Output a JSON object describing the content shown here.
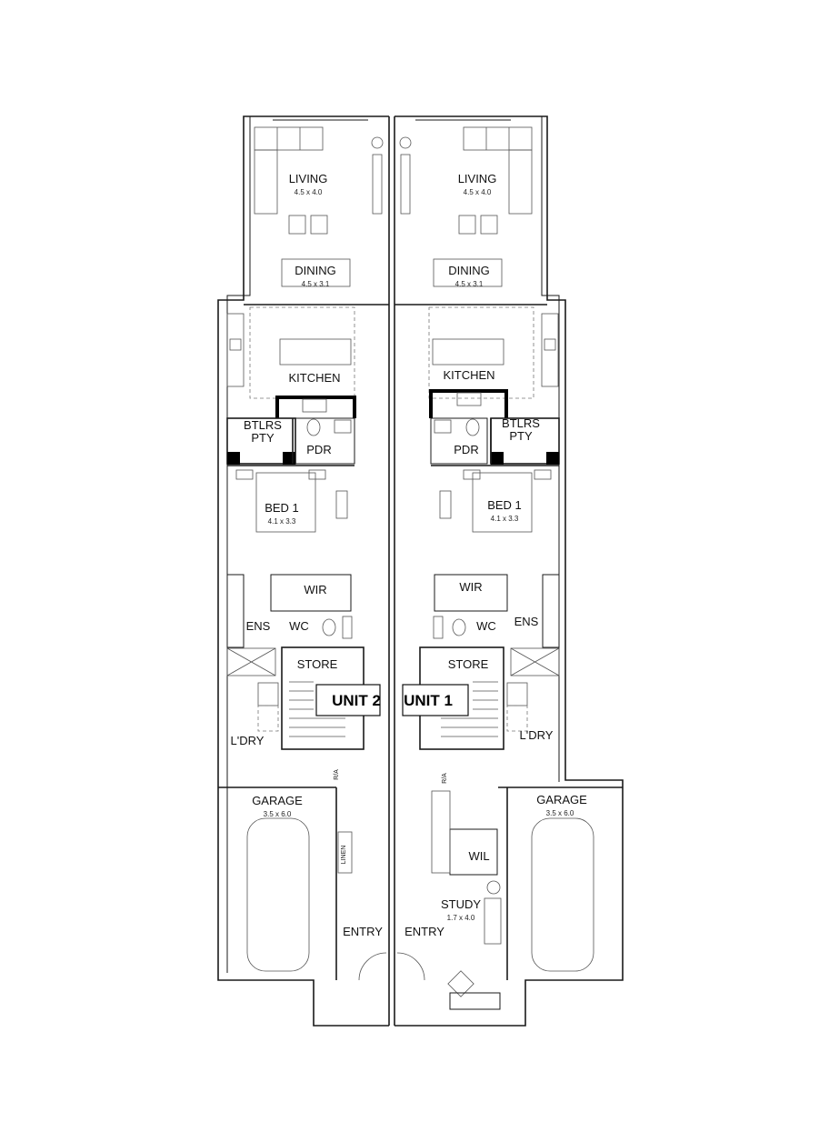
{
  "units": {
    "left": "UNIT 2",
    "right": "UNIT 1"
  },
  "rooms_left": {
    "living": "LIVING",
    "living_dim": "4.5 x 4.0",
    "dining": "DINING",
    "dining_dim": "4.5 x 3.1",
    "kitchen": "KITCHEN",
    "btlrs": "BTLRS",
    "pty": "PTY",
    "pdr": "PDR",
    "bed1": "BED 1",
    "bed1_dim": "4.1 x 3.3",
    "wir": "WIR",
    "ens": "ENS",
    "wc": "WC",
    "store": "STORE",
    "ldry": "L'DRY",
    "garage": "GARAGE",
    "garage_dim": "3.5 x 6.0",
    "linen": "LINEN",
    "ria": "R/A",
    "entry": "ENTRY"
  },
  "rooms_right": {
    "living": "LIVING",
    "living_dim": "4.5 x 4.0",
    "dining": "DINING",
    "dining_dim": "4.5 x 3.1",
    "kitchen": "KITCHEN",
    "btlrs": "BTLRS",
    "pty": "PTY",
    "pdr": "PDR",
    "bed1": "BED 1",
    "bed1_dim": "4.1 x 3.3",
    "wir": "WIR",
    "ens": "ENS",
    "wc": "WC",
    "store": "STORE",
    "ldry": "L'DRY",
    "garage": "GARAGE",
    "garage_dim": "3.5 x 6.0",
    "ria": "R/A",
    "wil": "WIL",
    "study": "STUDY",
    "study_dim": "1.7 x 4.0",
    "entry": "ENTRY"
  }
}
